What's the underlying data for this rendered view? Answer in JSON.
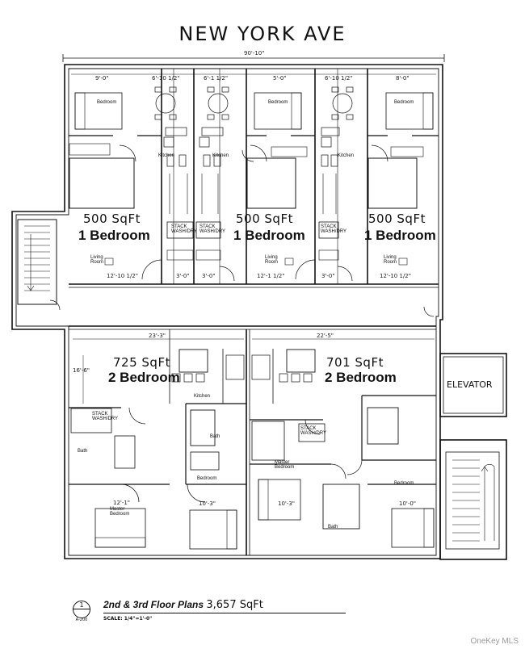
{
  "street_name": "NEW YORK AVE",
  "overall_dimension": "90'-10\"",
  "units_top": [
    {
      "sqft": "500 SqFt",
      "type": "1 Bedroom"
    },
    {
      "sqft": "500 SqFt",
      "type": "1 Bedroom"
    },
    {
      "sqft": "500 SqFt",
      "type": "1 Bedroom"
    }
  ],
  "units_bottom": [
    {
      "sqft": "725 SqFt",
      "type": "2 Bedroom"
    },
    {
      "sqft": "701 SqFt",
      "type": "2 Bedroom"
    }
  ],
  "elevator_label": "ELEVATOR",
  "room_labels": {
    "bedroom": "Bedroom",
    "kitchen": "Kitchen",
    "living_room": "Living Room",
    "stack": "STACK WASH/DRY",
    "bath": "Bath",
    "master_bedroom": "Master Bedroom"
  },
  "top_dims": [
    "9'-0\"",
    "6'-10 1/2\"",
    "6'-1 1/2\"",
    "5'-0\"",
    "6'-10 1/2\"",
    "8'-0\""
  ],
  "top_bottom_dims": [
    "12'-10 1/2\"",
    "3'-0\"",
    "3'-0\"",
    "12'-1 1/2\"",
    "3'-0\"",
    "12'-10 1/2\""
  ],
  "bottom_dims": {
    "unit1_width": "23'-3\"",
    "unit2_width": "22'-5\"",
    "left_vertical": "16'-6\"",
    "bed_left": "12'-1\"",
    "bed_mid": "10'-3\"",
    "bed_master2": "10'-3\"",
    "bed_right": "10'-0\""
  },
  "title_block": {
    "detail_number": "1",
    "sheet": "A-200",
    "title": "2nd & 3rd Floor Plans",
    "total_sqft": "3,657 SqFt",
    "scale": "SCALE:  1/4\"=1'-0\""
  },
  "watermark": "OneKey MLS"
}
